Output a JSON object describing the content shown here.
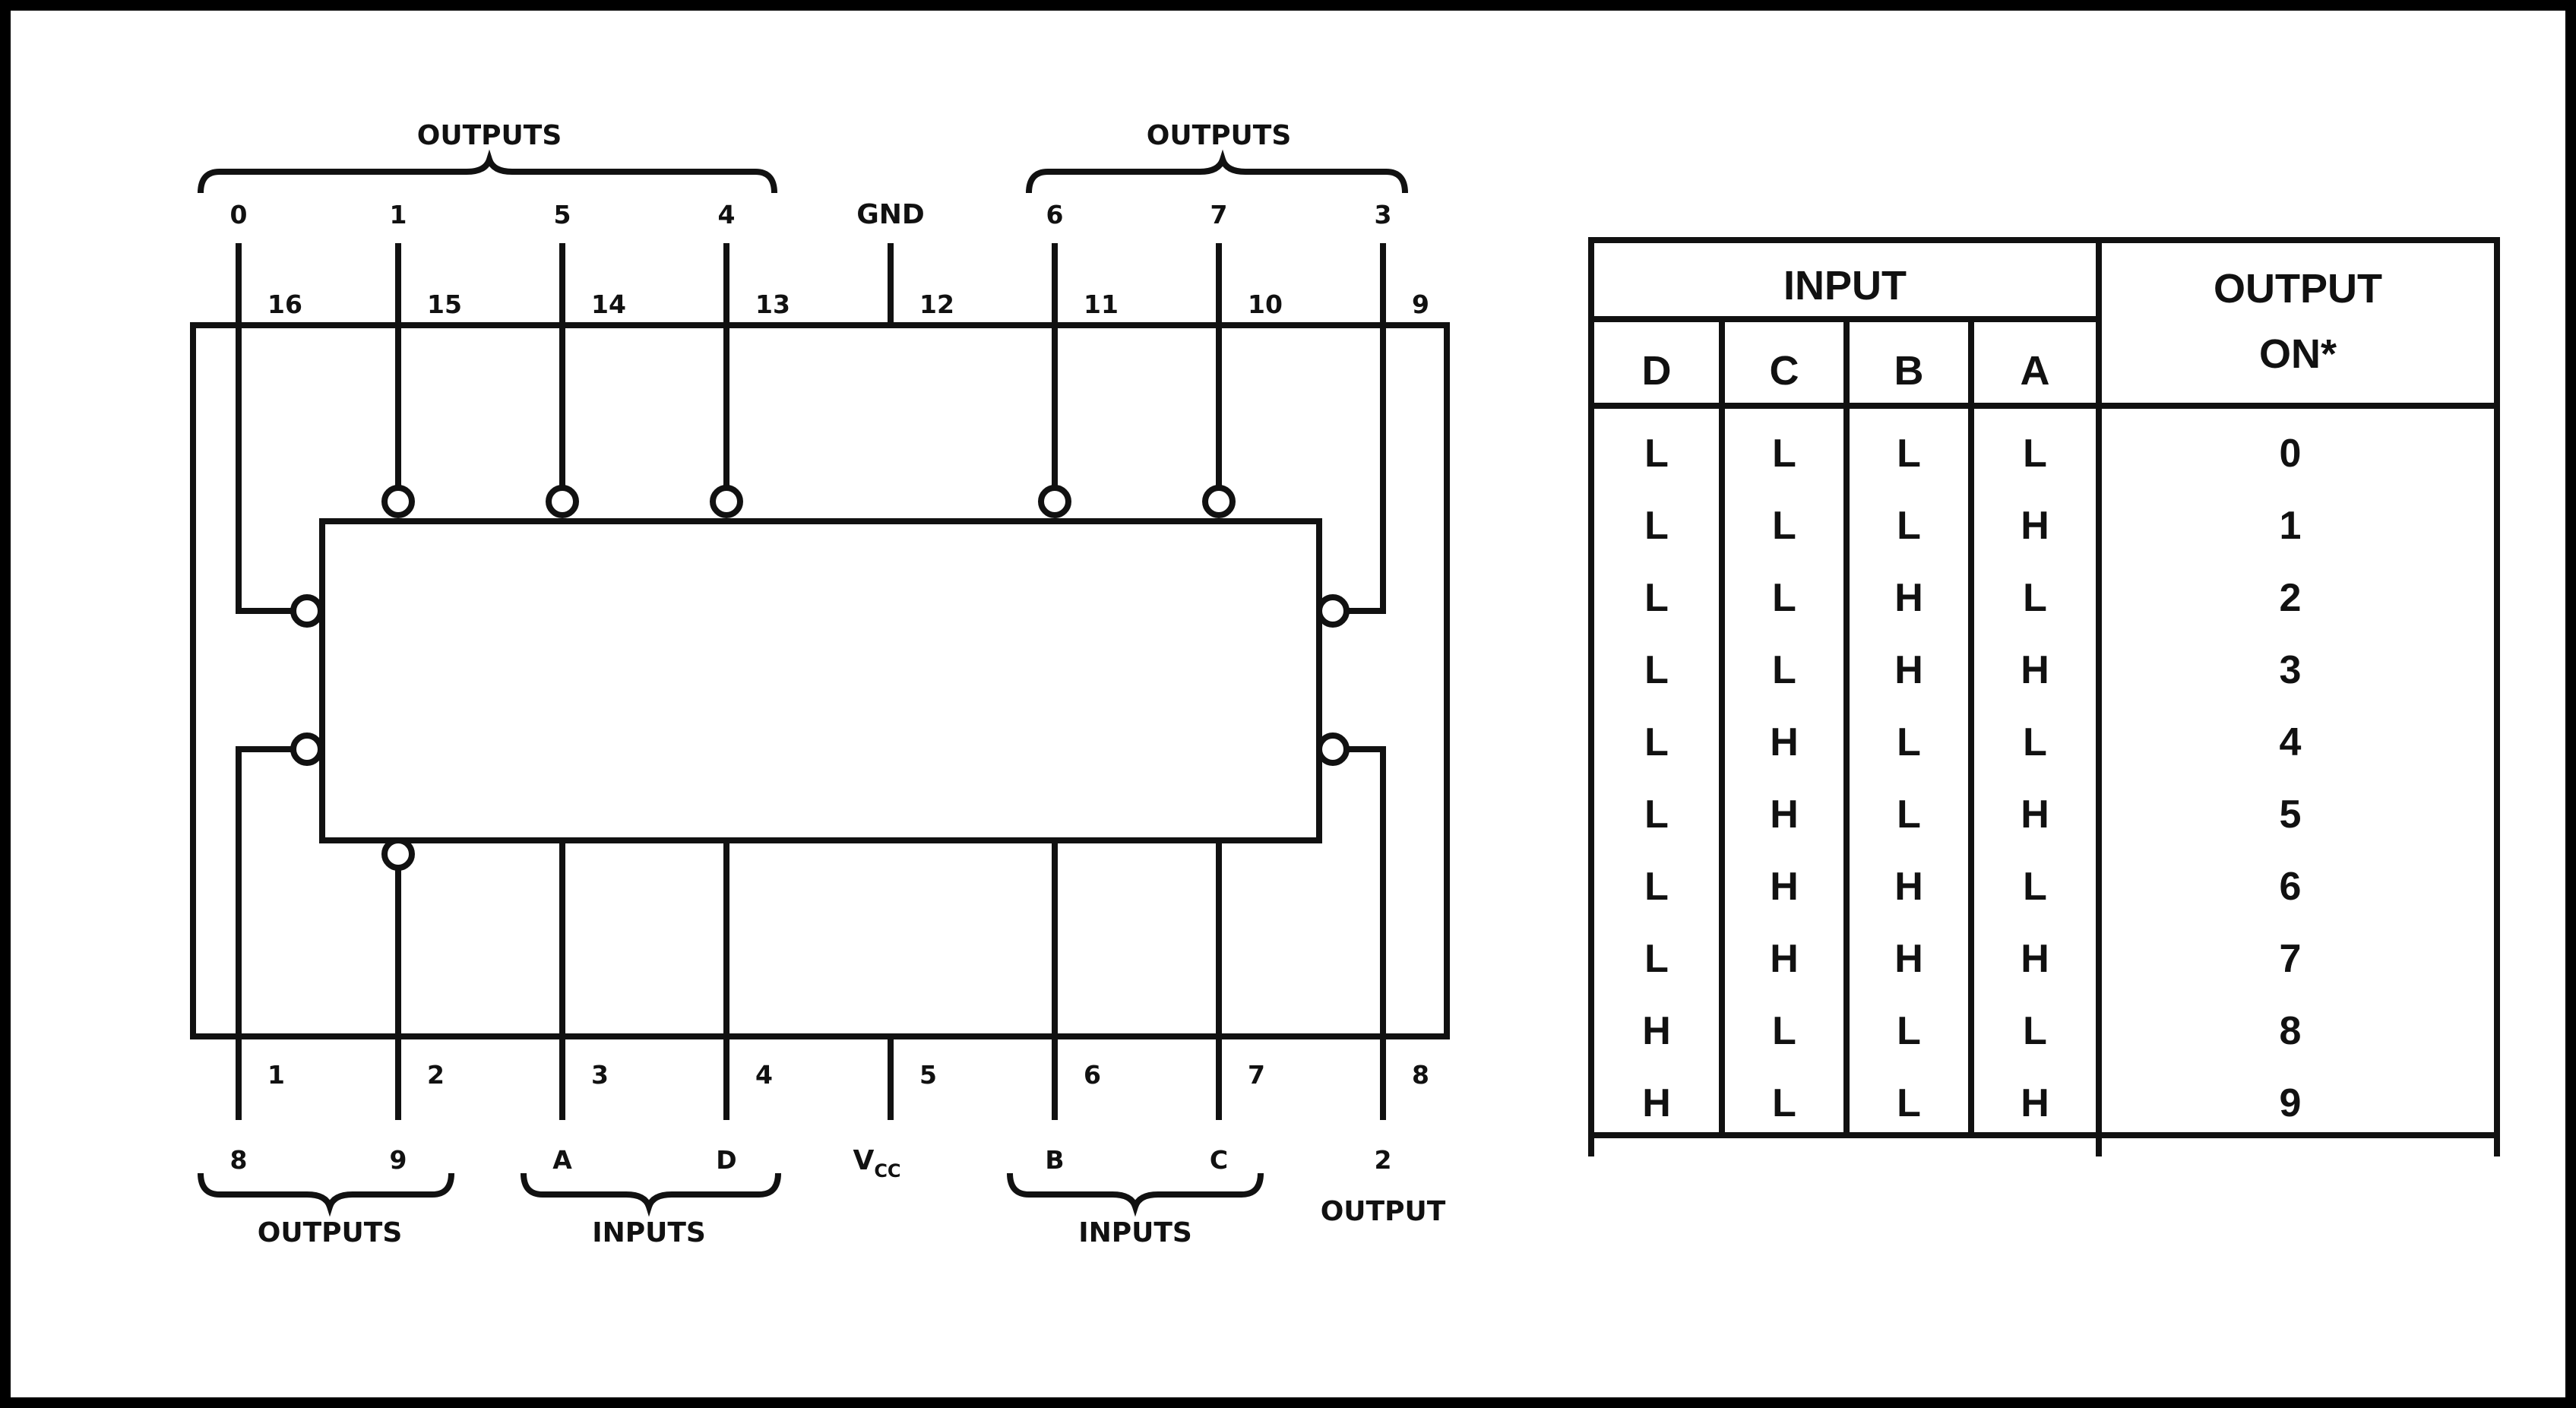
{
  "diagram": {
    "top_group_left_label": "OUTPUTS",
    "top_group_right_label": "OUTPUTS",
    "bottom_group_outputs_label": "OUTPUTS",
    "bottom_group_inputs1_label": "INPUTS",
    "bottom_group_inputs2_label": "INPUTS",
    "bottom_output_label": "OUTPUT",
    "gnd_label": "GND",
    "vcc_label": "V",
    "vcc_sub": "CC",
    "top_pins": [
      {
        "pin": "16",
        "signal": "0"
      },
      {
        "pin": "15",
        "signal": "1"
      },
      {
        "pin": "14",
        "signal": "5"
      },
      {
        "pin": "13",
        "signal": "4"
      },
      {
        "pin": "12",
        "signal": ""
      },
      {
        "pin": "11",
        "signal": "6"
      },
      {
        "pin": "10",
        "signal": "7"
      },
      {
        "pin": "9",
        "signal": "3"
      }
    ],
    "bottom_pins": [
      {
        "pin": "1",
        "signal": "8"
      },
      {
        "pin": "2",
        "signal": "9"
      },
      {
        "pin": "3",
        "signal": "A"
      },
      {
        "pin": "4",
        "signal": "D"
      },
      {
        "pin": "5",
        "signal": ""
      },
      {
        "pin": "6",
        "signal": "B"
      },
      {
        "pin": "7",
        "signal": "C"
      },
      {
        "pin": "8",
        "signal": "2"
      }
    ]
  },
  "truth_table": {
    "input_header": "INPUT",
    "output_header_line1": "OUTPUT",
    "output_header_line2": "ON*",
    "columns": [
      "D",
      "C",
      "B",
      "A"
    ],
    "rows": [
      {
        "inputs": [
          "L",
          "L",
          "L",
          "L"
        ],
        "output": "0"
      },
      {
        "inputs": [
          "L",
          "L",
          "L",
          "H"
        ],
        "output": "1"
      },
      {
        "inputs": [
          "L",
          "L",
          "H",
          "L"
        ],
        "output": "2"
      },
      {
        "inputs": [
          "L",
          "L",
          "H",
          "H"
        ],
        "output": "3"
      },
      {
        "inputs": [
          "L",
          "H",
          "L",
          "L"
        ],
        "output": "4"
      },
      {
        "inputs": [
          "L",
          "H",
          "L",
          "H"
        ],
        "output": "5"
      },
      {
        "inputs": [
          "L",
          "H",
          "H",
          "L"
        ],
        "output": "6"
      },
      {
        "inputs": [
          "L",
          "H",
          "H",
          "H"
        ],
        "output": "7"
      },
      {
        "inputs": [
          "H",
          "L",
          "L",
          "L"
        ],
        "output": "8"
      },
      {
        "inputs": [
          "H",
          "L",
          "L",
          "H"
        ],
        "output": "9"
      }
    ]
  }
}
